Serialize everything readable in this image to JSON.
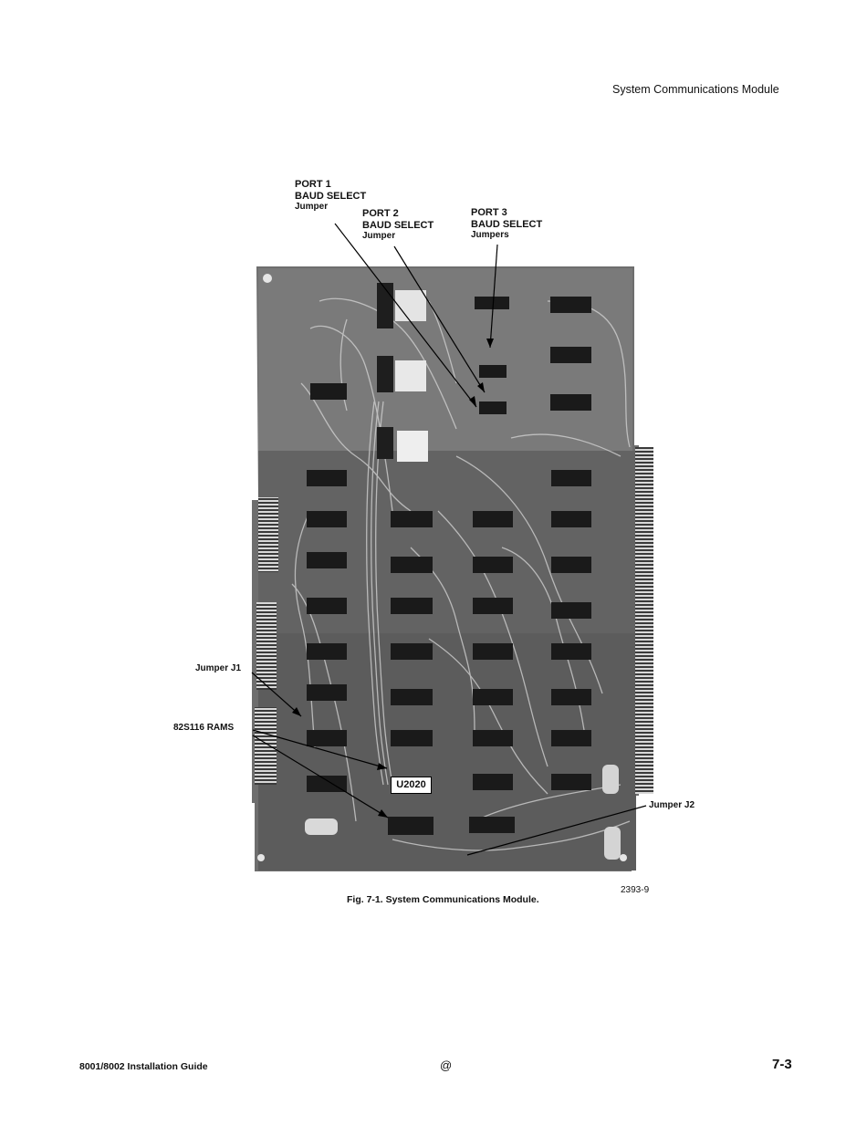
{
  "header": {
    "title": "System Communications Module"
  },
  "figure": {
    "labels": {
      "port1": [
        "PORT 1",
        "BAUD SELECT",
        "Jumper"
      ],
      "port2": [
        "PORT 2",
        "BAUD SELECT",
        "Jumper"
      ],
      "port3": [
        "PORT 3",
        "BAUD SELECT",
        "Jumpers"
      ],
      "jumper_j1": "Jumper J1",
      "rams": "82S116 RAMS",
      "u2020": "U2020",
      "jumper_j2": "Jumper J2"
    },
    "image_number": "2393-9",
    "caption": "Fig. 7-1. System Communications Module."
  },
  "footer": {
    "left": "8001/8002 Installation Guide",
    "center": "@",
    "page_number": "7-3"
  }
}
